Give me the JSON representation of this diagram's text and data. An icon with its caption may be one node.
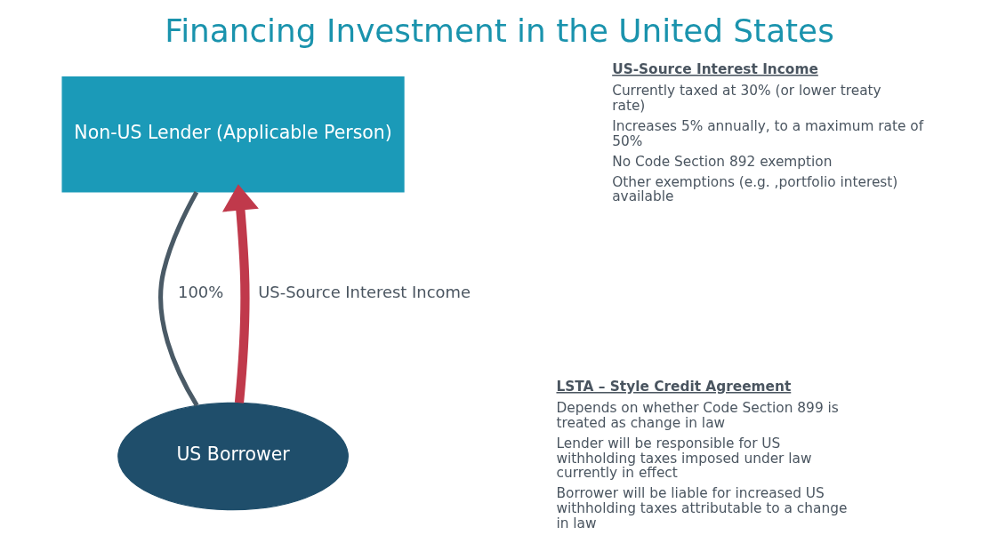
{
  "diagram": {
    "title": "Financing Investment in the United States",
    "nodes": [
      {
        "text": [
          "Non-US Lender (Applicable Person)"
        ],
        "beside": [
          "US-Source Interest Income",
          "Currently taxed at 30% (or lower treaty rate)",
          "Increases 5% annually, to a maximum rate of 50%",
          "No Code Section 892 exemption",
          "Other exemptions (e.g. ,portfolio interest) available"
        ]
      },
      {
        "text": [
          "US Borrower"
        ],
        "beside": [
          "LSTA – Style Credit Agreement",
          "Depends on whether Code Section 899 is treated as change in law",
          "Lender will be responsible for US withholding taxes imposed under law currently in effect",
          "Borrower will be liable for increased US withholding taxes attributable to a change in law"
        ]
      }
    ],
    "edges": [
      {
        "from": 0,
        "to": 1,
        "arrow": "none",
        "label": "100%"
      },
      {
        "from": 1,
        "to": 0,
        "arrow": "to",
        "label": "US-Source Interest Income",
        "style": "thick",
        "color": "#c0394b"
      }
    ]
  }
}
